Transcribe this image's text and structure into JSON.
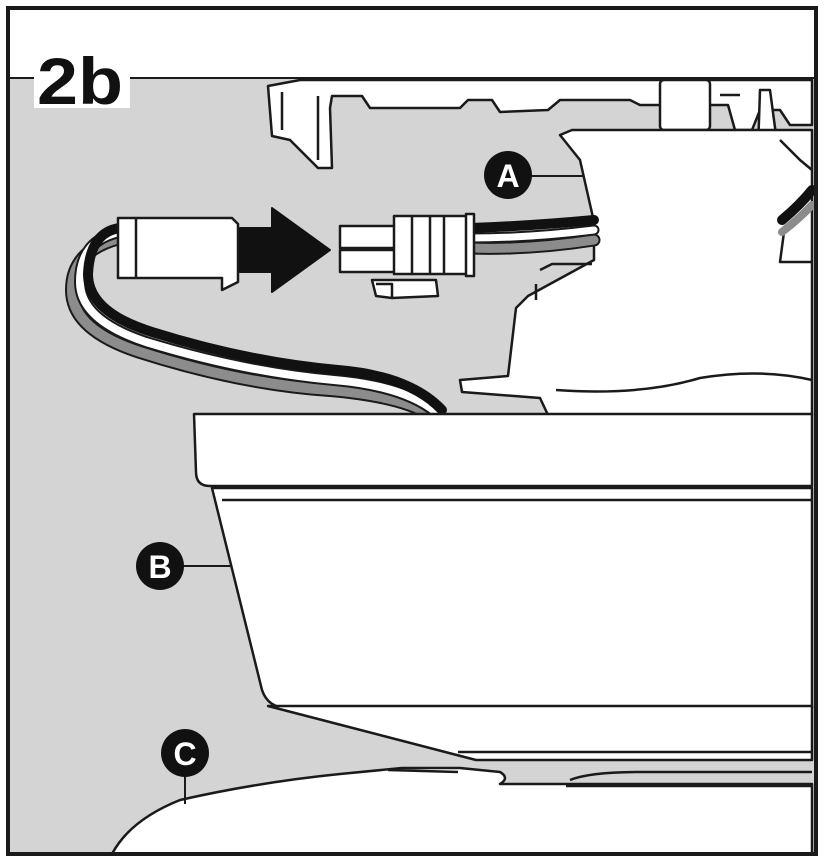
{
  "step": {
    "label": "2b"
  },
  "callouts": [
    {
      "id": "A",
      "letter": "A"
    },
    {
      "id": "B",
      "letter": "B"
    },
    {
      "id": "C",
      "letter": "C"
    }
  ],
  "colors": {
    "background": "#d4d4d4",
    "outline": "#1a1a1a",
    "part_fill": "#ffffff",
    "callout_fill": "#111111",
    "callout_text": "#ffffff",
    "wire_black": "#111111",
    "wire_white": "#ffffff",
    "wire_gray": "#8c8c8c"
  },
  "icons": {
    "direction_arrow": "arrow-right-icon"
  }
}
